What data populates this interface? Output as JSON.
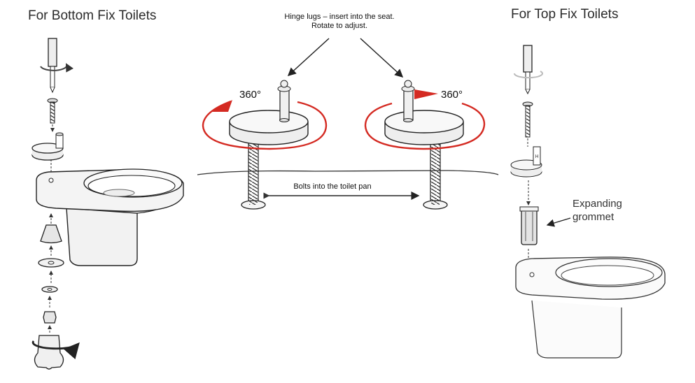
{
  "titles": {
    "bottom_fix": "For Bottom Fix Toilets",
    "top_fix": "For Top Fix Toilets"
  },
  "hinge_note": {
    "line1": "Hinge lugs – insert into the seat.",
    "line2": "Rotate to adjust."
  },
  "rotation_label": "360°",
  "bolts_note": "Bolts into the toilet pan",
  "grommet_note": {
    "line1": "Expanding",
    "line2": "grommet"
  },
  "colors": {
    "rotation_accent": "#d42a22",
    "line": "#222222",
    "fill": "#f2f2f2"
  }
}
